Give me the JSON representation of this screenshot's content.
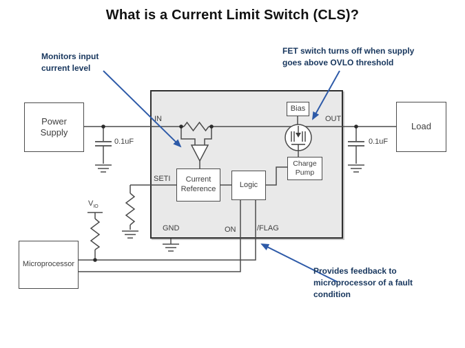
{
  "title": "What is a Current Limit Switch (CLS)?",
  "annotations": {
    "monitors": "Monitors input\ncurrent level",
    "fet_switch": "FET switch turns off when supply\ngoes above OVLO threshold",
    "feedback": "Provides feedback to\nmicroprocessor of a fault\ncondition"
  },
  "blocks": {
    "power_supply": "Power\nSupply",
    "load": "Load",
    "microprocessor": "Microprocessor",
    "current_reference": "Current\nReference",
    "logic": "Logic",
    "charge_pump": "Charge\nPump",
    "bias": "Bias"
  },
  "pins": {
    "in_pin": "IN",
    "out_pin": "OUT",
    "seti": "SETI",
    "gnd": "GND",
    "on_pin": "ON",
    "flag": "/FLAG"
  },
  "labels": {
    "cap_left": "0.1uF",
    "cap_right": "0.1uF",
    "vio_base": "V",
    "vio_sub": "IO"
  },
  "colors": {
    "annotation_text": "#17365d",
    "arrow_blue": "#2d5aa8",
    "wire": "#4a4a4a",
    "ic_fill": "#e9e9e9",
    "title_text": "#111111"
  }
}
